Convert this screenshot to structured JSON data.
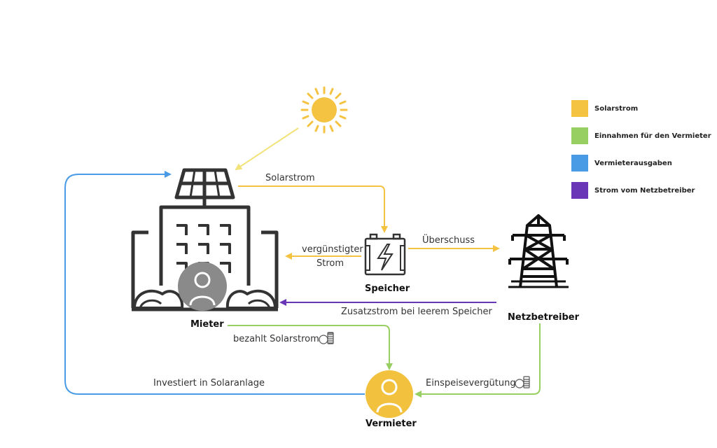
{
  "nodes": {
    "mieter": "Mieter",
    "speicher": "Speicher",
    "netzbetreiber": "Netzbetreiber",
    "vermieter": "Vermieter"
  },
  "flows": {
    "solarstrom": "Solarstrom",
    "ueberschuss": "Überschuss",
    "verguenstigt_line1": "vergünstigter",
    "verguenstigt_line2": "Strom",
    "zusatzstrom": "Zusatzstrom bei leerem Speicher",
    "bezahlt": "bezahlt Solarstrom",
    "investiert": "Investiert in Solaranlage",
    "einspeise": "Einspeisevergütung"
  },
  "legend": [
    {
      "label": "Solarstrom",
      "color": "#F5C342"
    },
    {
      "label": "Einnahmen für den Vermieter",
      "color": "#98CF63"
    },
    {
      "label": "Vermieterausgaben",
      "color": "#4A9BE6"
    },
    {
      "label": "Strom vom Netzbetreiber",
      "color": "#6A36B8"
    }
  ],
  "colors": {
    "solar": "#F5C342",
    "income": "#98CF63",
    "expense": "#4A9BE6",
    "grid": "#6A36B8",
    "sun": "#F5C342",
    "icon_dark": "#333333",
    "person_grey": "#8A8A8A",
    "person_yellow": "#F2C13E"
  },
  "icons": [
    "sun-icon",
    "building-icon",
    "solar-panel-icon",
    "battery-icon",
    "power-tower-icon",
    "person-icon",
    "coins-icon"
  ]
}
